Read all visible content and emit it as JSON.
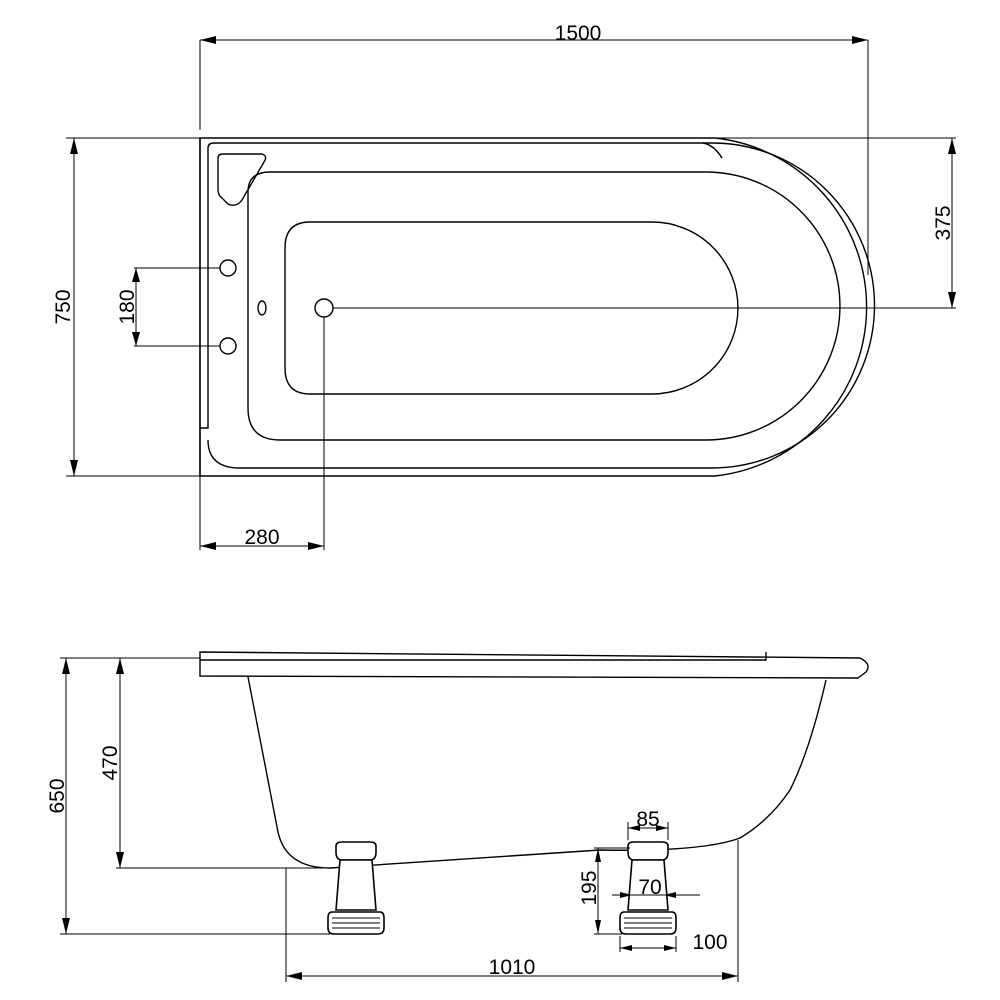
{
  "dimensions": {
    "length": "1500",
    "width": "750",
    "half_width": "375",
    "tap_spacing": "180",
    "waste_offset": "280",
    "total_height": "650",
    "bath_depth": "470",
    "foot_top_width": "85",
    "foot_height": "195",
    "foot_neck_width": "70",
    "foot_base_width": "100",
    "feet_spacing": "1010"
  }
}
